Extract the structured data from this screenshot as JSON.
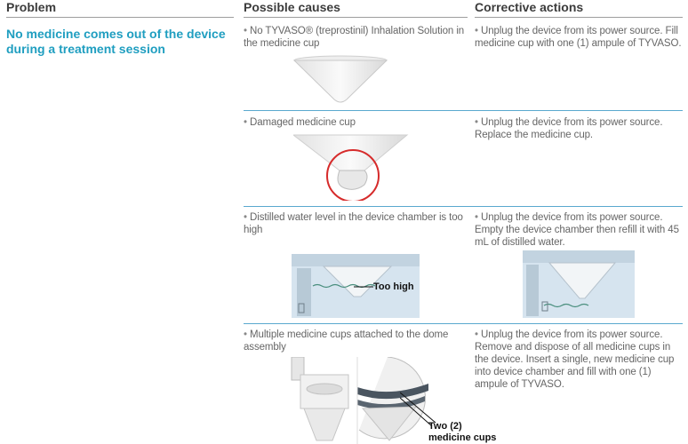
{
  "headers": {
    "problem": "Problem",
    "causes": "Possible causes",
    "actions": "Corrective actions"
  },
  "problem": "No medicine comes out of the device during a treatment session",
  "rows": [
    {
      "cause": "No TYVASO® (treprostinil) Inhalation Solution in the medicine cup",
      "action": "Unplug the device from its power source. Fill medicine cup with one (1) ampule of TYVASO."
    },
    {
      "cause": "Damaged medicine cup",
      "action": "Unplug the device from its power source. Replace the medicine cup."
    },
    {
      "cause": "Distilled water level in the device chamber is too high",
      "action": "Unplug the device from its power source. Empty the device chamber then refill it with 45 mL of distilled water.",
      "callout": "Too high"
    },
    {
      "cause": "Multiple medicine cups attached to the dome assembly",
      "action": "Unplug the device from its power source. Remove and dispose of all medicine cups in the device. Insert a single, new medicine cup into device chamber and fill with one (1) ampule of TYVASO.",
      "callout_line1": "Two (2)",
      "callout_line2": "medicine cups"
    }
  ],
  "bullet_glyph": "•",
  "colors": {
    "problem_text": "#1f9ec0",
    "row_divider": "#5aa9cf",
    "highlight_circle": "#d62b2b"
  }
}
